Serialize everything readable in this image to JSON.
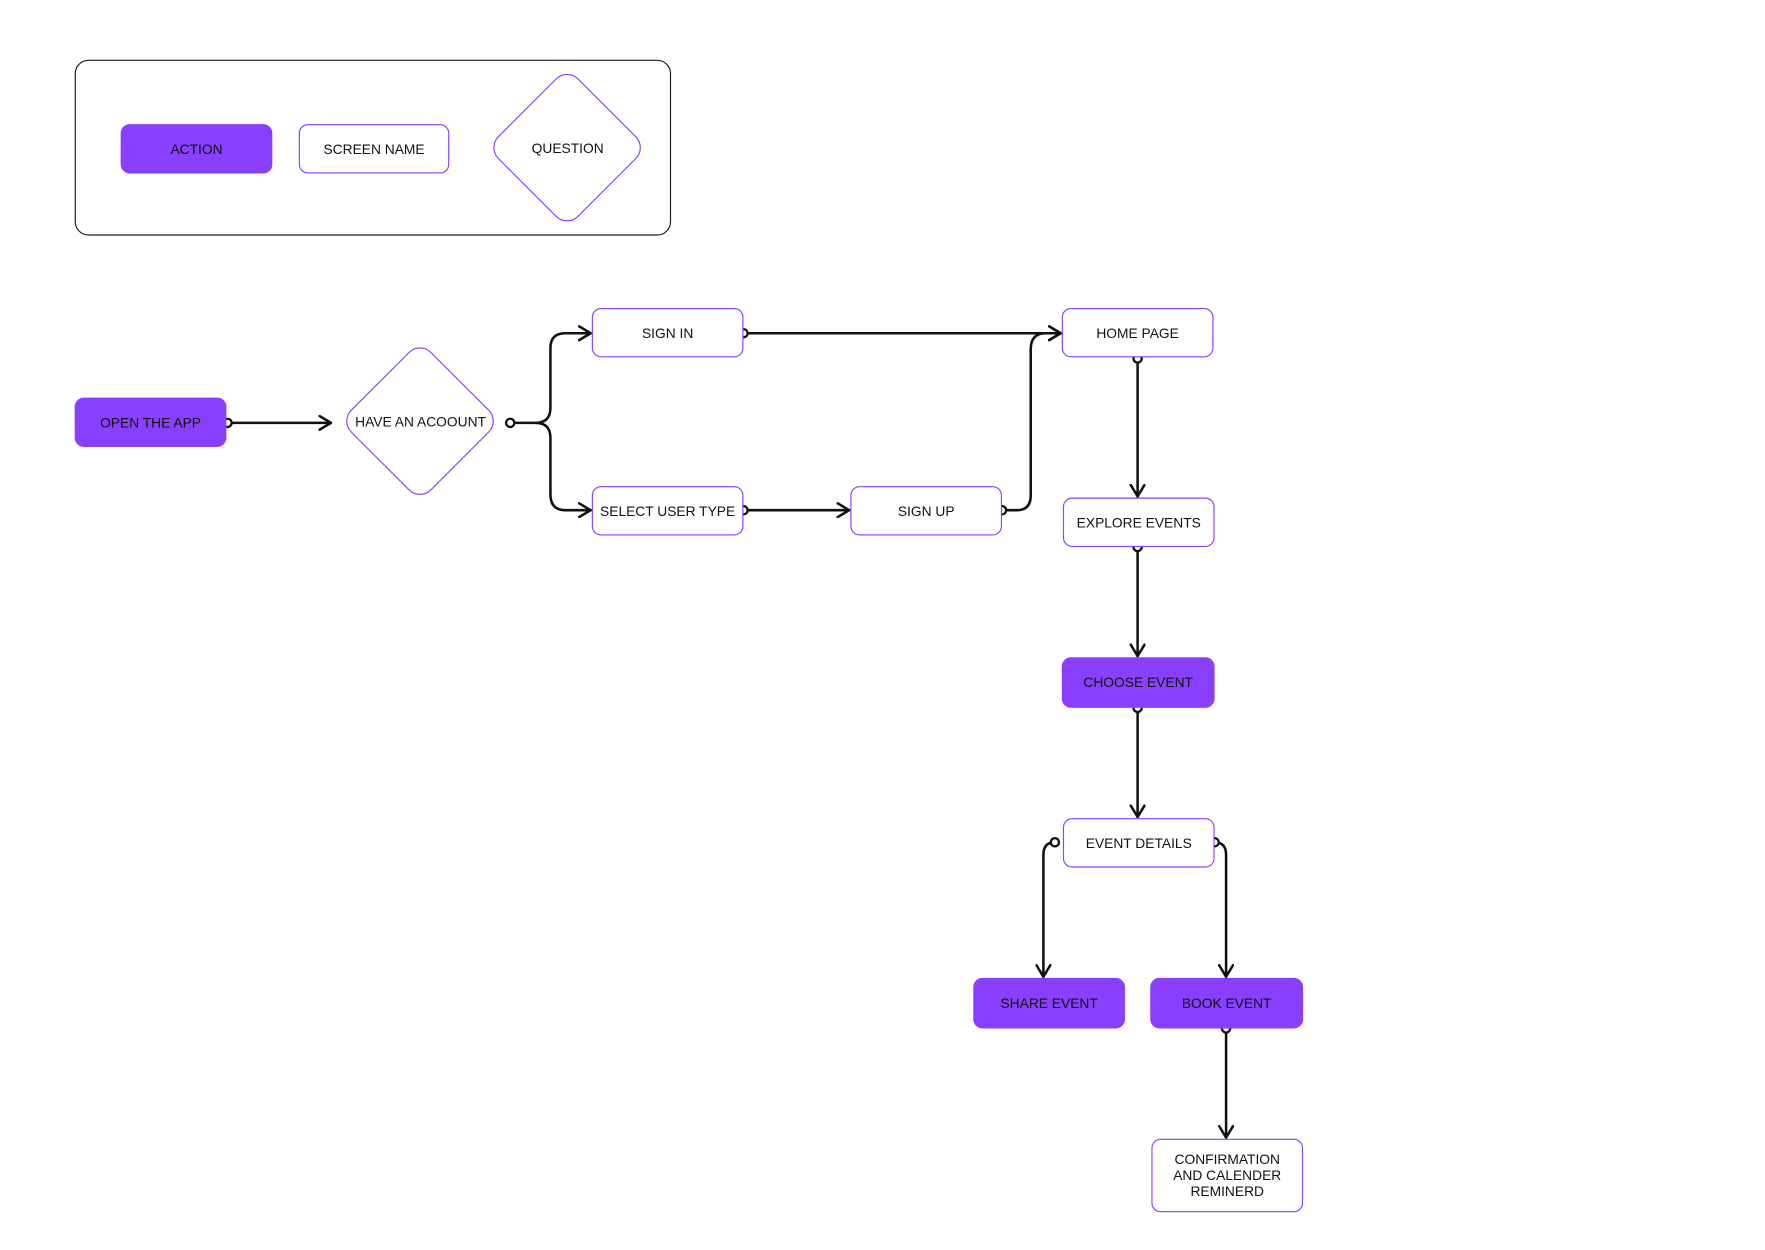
{
  "legend": {
    "action_label": "ACTION",
    "screen_label": "SCREEN NAME",
    "question_label": "QUESTION"
  },
  "nodes": {
    "open_app": "OPEN THE APP",
    "have_account": "HAVE AN ACOOUNT",
    "sign_in": "SIGN IN",
    "select_user_type": "SELECT USER TYPE",
    "sign_up": "SIGN UP",
    "home_page": "HOME PAGE",
    "explore_events": "EXPLORE EVENTS",
    "choose_event": "CHOOSE EVENT",
    "event_details": "EVENT DETAILS",
    "share_event": "SHARE EVENT",
    "book_event": "BOOK EVENT",
    "confirmation": "CONFIRMATION\nAND CALENDER\nREMINERD"
  },
  "colors": {
    "action_fill": "#8a3ffc",
    "border": "#8a3ffc",
    "connector": "#111111"
  }
}
